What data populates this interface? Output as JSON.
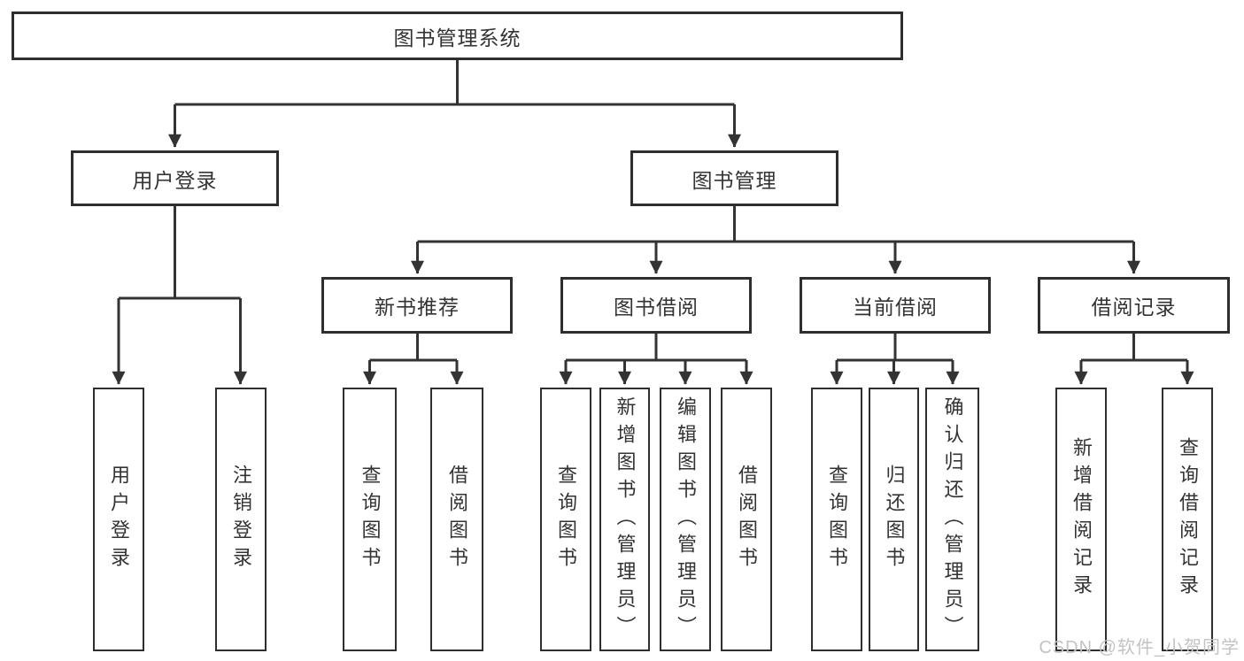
{
  "diagram": {
    "watermark": "CSDN @软件_小贺同学",
    "colors": {
      "line": "#333333",
      "box_border": "#2e2e2e",
      "text": "#333333",
      "watermark": "#c3c3c3",
      "background": "#ffffff"
    },
    "tree": {
      "label": "图书管理系统",
      "children": [
        {
          "label": "用户登录",
          "children": [
            {
              "label": "用户登录"
            },
            {
              "label": "注销登录"
            }
          ]
        },
        {
          "label": "图书管理",
          "children": [
            {
              "label": "新书推荐",
              "children": [
                {
                  "label": "查询图书"
                },
                {
                  "label": "借阅图书"
                }
              ]
            },
            {
              "label": "图书借阅",
              "children": [
                {
                  "label": "查询图书"
                },
                {
                  "label": "新增图书（管理员）"
                },
                {
                  "label": "编辑图书（管理员）"
                },
                {
                  "label": "借阅图书"
                }
              ]
            },
            {
              "label": "当前借阅",
              "children": [
                {
                  "label": "查询图书"
                },
                {
                  "label": "归还图书"
                },
                {
                  "label": "确认归还（管理员）"
                }
              ]
            },
            {
              "label": "借阅记录",
              "children": [
                {
                  "label": "新增借阅记录"
                },
                {
                  "label": "查询借阅记录"
                }
              ]
            }
          ]
        }
      ]
    }
  }
}
